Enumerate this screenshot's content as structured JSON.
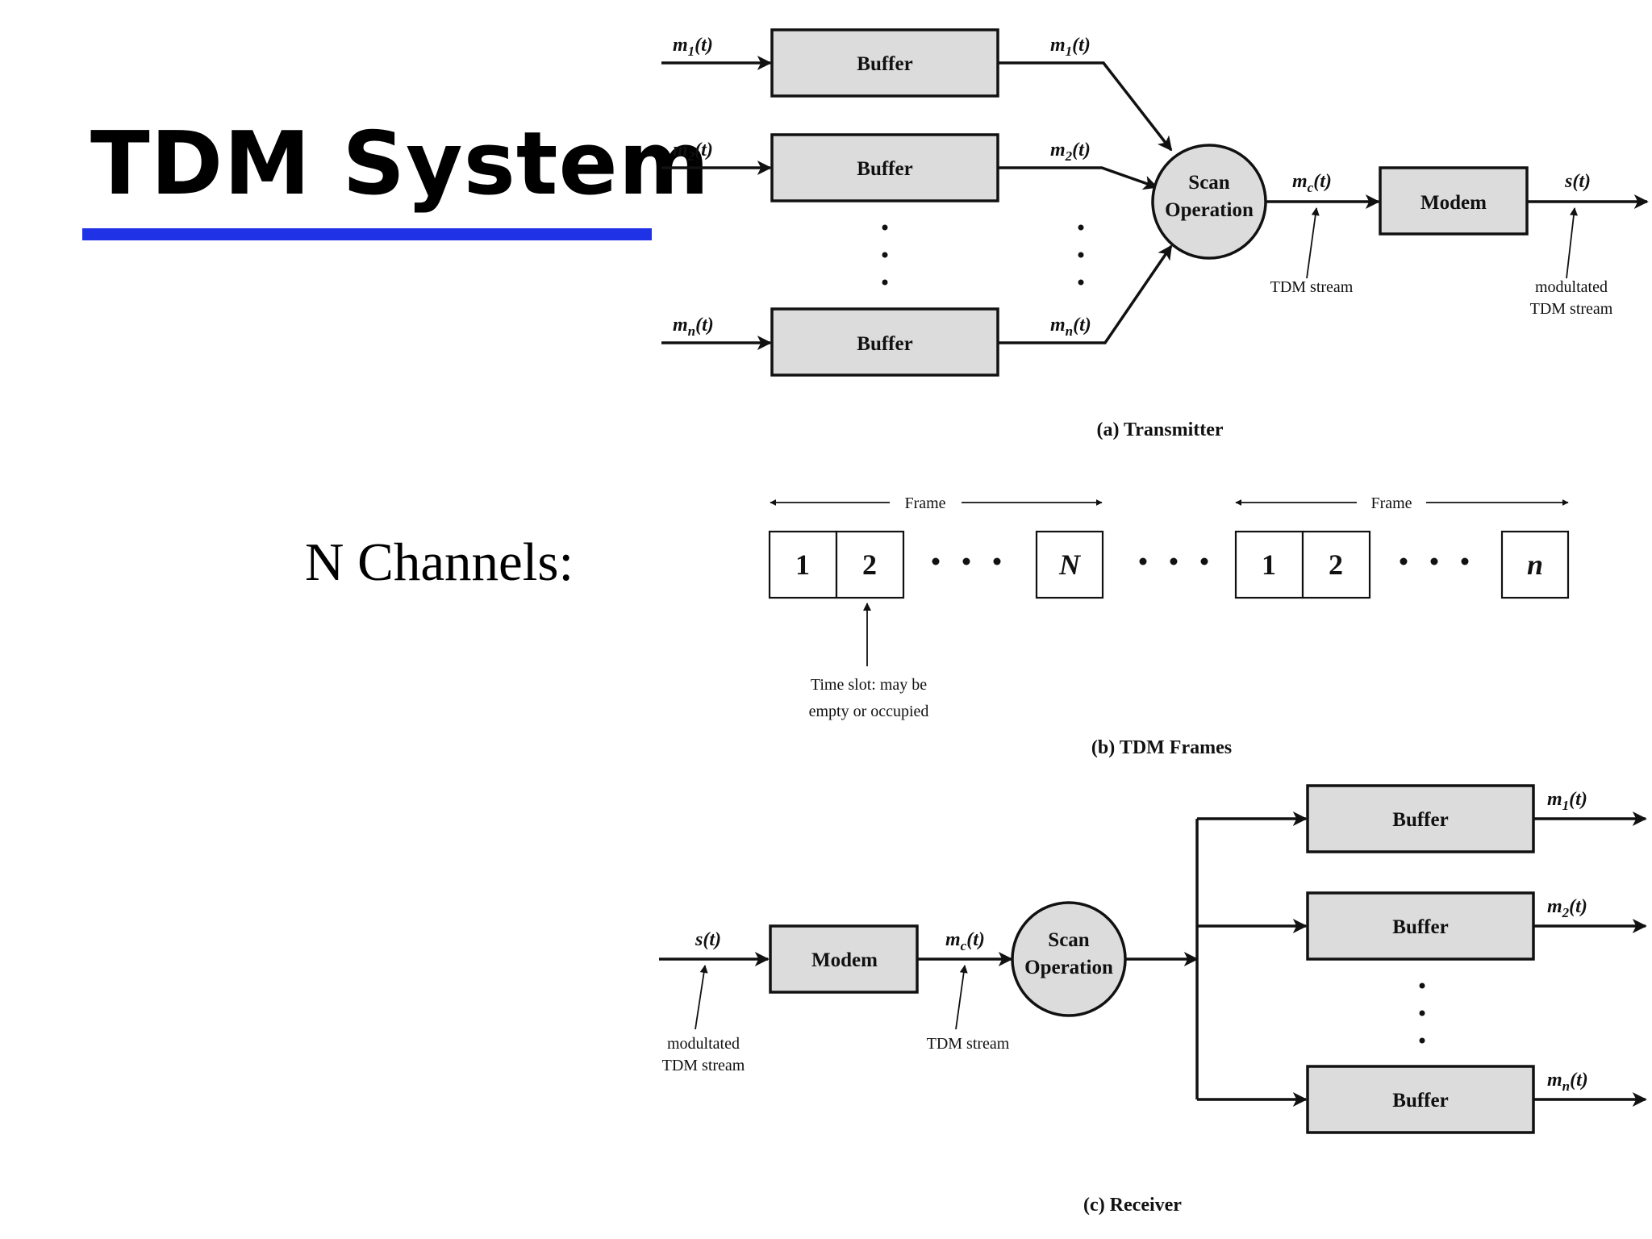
{
  "slide": {
    "title": "TDM System",
    "accent_color": "#1f32e6",
    "channels_label": "N Channels:"
  },
  "transmitter": {
    "caption": "(a) Transmitter",
    "inputs": [
      "m1(t)",
      "m2(t)",
      "mn(t)"
    ],
    "buffer_label": "Buffer",
    "scan_label": [
      "Scan",
      "Operation"
    ],
    "combined_signal": "mc(t)",
    "modem_label": "Modem",
    "output_signal": "s(t)",
    "tdm_stream_note": "TDM stream",
    "modulated_note": [
      "modultated",
      "TDM stream"
    ]
  },
  "frames": {
    "caption": "(b) TDM Frames",
    "frame_label": "Frame",
    "frame1_slots": [
      "1",
      "2",
      "N"
    ],
    "frame2_slots": [
      "1",
      "2",
      "n"
    ],
    "time_slot_note": [
      "Time slot: may be",
      "empty or occupied"
    ]
  },
  "receiver": {
    "caption": "(c) Receiver",
    "input_signal": "s(t)",
    "modem_label": "Modem",
    "combined_signal": "mc(t)",
    "scan_label": [
      "Scan",
      "Operation"
    ],
    "buffer_label": "Buffer",
    "outputs": [
      "m1(t)",
      "m2(t)",
      "mn(t)"
    ],
    "modulated_note": [
      "modultated",
      "TDM stream"
    ],
    "tdm_stream_note": "TDM stream"
  }
}
